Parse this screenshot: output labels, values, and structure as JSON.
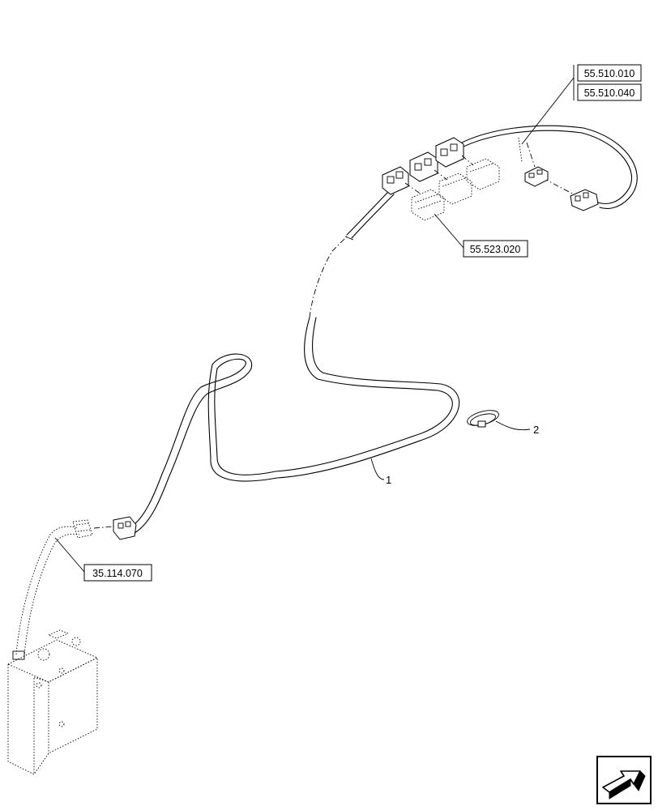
{
  "references": {
    "ref_top_1": "55.510.010",
    "ref_top_2": "55.510.040",
    "ref_mid": "55.523.020",
    "ref_left": "35.114.070"
  },
  "callouts": {
    "item_1": "1",
    "item_2": "2"
  },
  "nav": {
    "icon": "next-page-arrow-icon"
  }
}
